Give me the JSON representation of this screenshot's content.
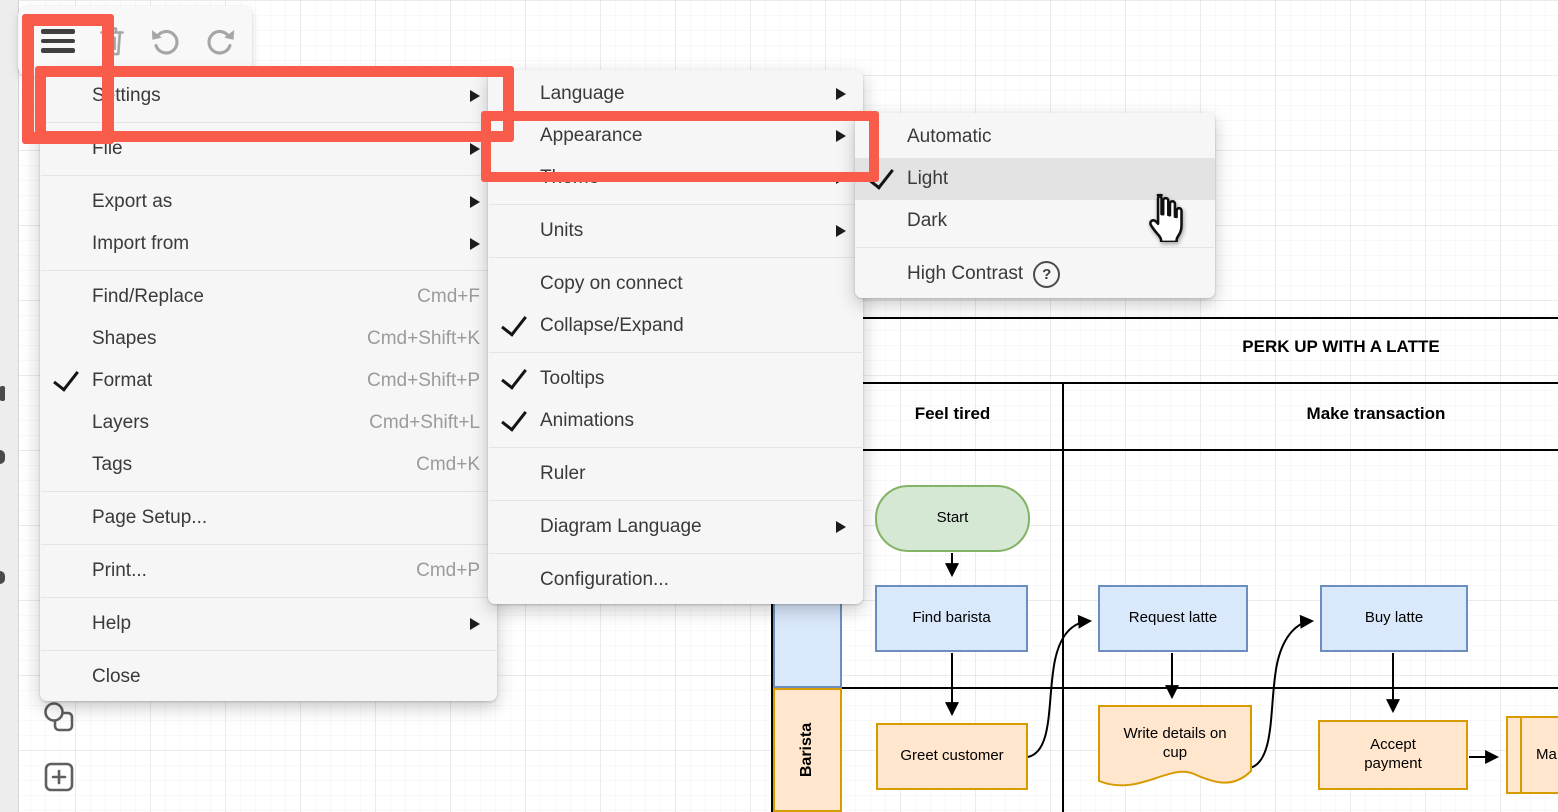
{
  "colors": {
    "annotation_red": "#FA5C4C",
    "menu_bg": "#F6F6F7",
    "hover_bg": "#E3E3E4",
    "node_blue_fill": "#DAE8FC",
    "node_blue_stroke": "#6C8EBF",
    "node_green_fill": "#D5E8D4",
    "node_green_stroke": "#82B366",
    "node_orange_fill": "#FFE6CC",
    "node_orange_stroke": "#D79B00"
  },
  "toolbar": {
    "buttons": [
      {
        "icon": "hamburger-menu-icon",
        "enabled": true,
        "annotated": true
      },
      {
        "icon": "trash-icon",
        "enabled": false
      },
      {
        "icon": "undo-icon",
        "enabled": false
      },
      {
        "icon": "redo-icon",
        "enabled": false
      }
    ]
  },
  "menus": {
    "main": {
      "items": [
        {
          "label": "Settings",
          "submenu": true,
          "annotated": true
        },
        {
          "label": "File",
          "submenu": true
        },
        {
          "label": "Export as",
          "submenu": true
        },
        {
          "label": "Import from",
          "submenu": true
        },
        {
          "label": "Find/Replace",
          "shortcut": "Cmd+F"
        },
        {
          "label": "Shapes",
          "shortcut": "Cmd+Shift+K"
        },
        {
          "label": "Format",
          "shortcut": "Cmd+Shift+P",
          "checked": true
        },
        {
          "label": "Layers",
          "shortcut": "Cmd+Shift+L"
        },
        {
          "label": "Tags",
          "shortcut": "Cmd+K"
        },
        {
          "label": "Page Setup..."
        },
        {
          "label": "Print...",
          "shortcut": "Cmd+P"
        },
        {
          "label": "Help",
          "submenu": true
        },
        {
          "label": "Close"
        }
      ]
    },
    "settings_submenu": {
      "items": [
        {
          "label": "Language",
          "submenu": true
        },
        {
          "label": "Appearance",
          "submenu": true,
          "annotated": true
        },
        {
          "label": "Theme",
          "submenu": true
        },
        {
          "label": "Units",
          "submenu": true
        },
        {
          "label": "Copy on connect"
        },
        {
          "label": "Collapse/Expand",
          "checked": true
        },
        {
          "label": "Tooltips",
          "checked": true
        },
        {
          "label": "Animations",
          "checked": true
        },
        {
          "label": "Ruler"
        },
        {
          "label": "Diagram Language",
          "submenu": true
        },
        {
          "label": "Configuration..."
        }
      ]
    },
    "appearance_submenu": {
      "items": [
        {
          "label": "Automatic"
        },
        {
          "label": "Light",
          "checked": true,
          "hovered": true
        },
        {
          "label": "Dark",
          "cursor": true
        },
        {
          "label": "High Contrast",
          "help_icon": true
        }
      ]
    }
  },
  "icons": {
    "help_glyph": "?"
  },
  "diagram": {
    "title": "PERK UP WITH A LATTE",
    "phase_headers": [
      "Feel tired",
      "Make transaction"
    ],
    "lane_label": "Barista",
    "nodes": {
      "start": "Start",
      "find_barista": "Find barista",
      "request_latte": "Request latte",
      "buy_latte": "Buy latte",
      "greet_customer": "Greet customer",
      "write_details": "Write details on cup",
      "accept_payment": "Accept payment",
      "make_partial": "Ma"
    }
  }
}
